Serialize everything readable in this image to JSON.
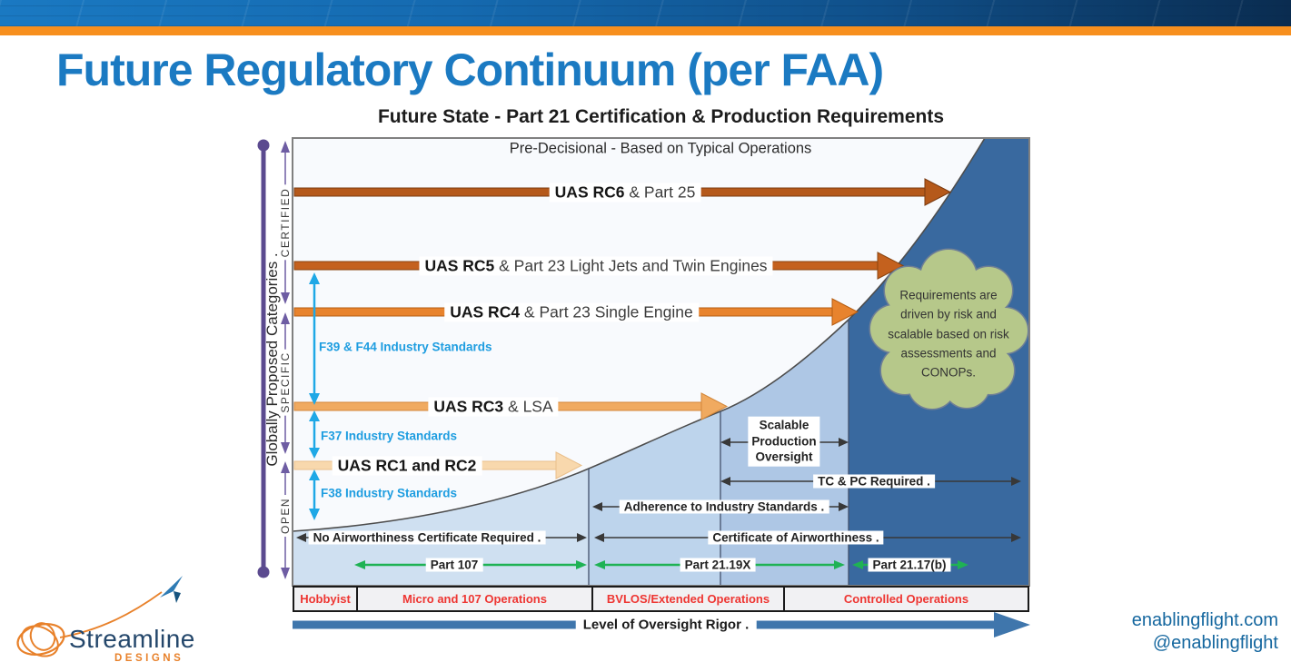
{
  "header": {
    "title": "Future Regulatory Continuum (per FAA)"
  },
  "diagram": {
    "title": "Future State - Part 21 Certification & Production Requirements",
    "subtitle": "Pre-Decisional - Based on Typical Operations",
    "y_axis": {
      "label": "Globally Proposed Categories .",
      "segments": [
        {
          "label": "CERTIFIED"
        },
        {
          "label": "SPECIFIC"
        },
        {
          "label": "OPEN"
        }
      ]
    },
    "rc_arrows": [
      {
        "bold": "UAS RC6",
        "rest": " & Part 25",
        "color": "#b5591b"
      },
      {
        "bold": "UAS RC5",
        "rest": " & Part 23 Light Jets and Twin Engines",
        "color": "#c4611e"
      },
      {
        "bold": "UAS RC4",
        "rest": " & Part 23 Single Engine",
        "color": "#e8832d"
      },
      {
        "bold": "UAS RC3",
        "rest": " & LSA",
        "color": "#f0aa60"
      },
      {
        "bold": "UAS RC1 and RC2",
        "rest": "",
        "color": "#f8d8ad"
      }
    ],
    "industry_standards": [
      {
        "label": "F39 & F44 Industry Standards"
      },
      {
        "label": "F37 Industry Standards"
      },
      {
        "label": "F38 Industry Standards"
      }
    ],
    "cloud_note": "Requirements are driven by risk and scalable based on risk assessments and CONOPs.",
    "annotations": {
      "scalable_line1": "Scalable",
      "scalable_line2": "Production",
      "scalable_line3": "Oversight",
      "tc_pc": "TC & PC Required .",
      "adherence": "Adherence to Industry Standards .",
      "no_airworthiness": "No Airworthiness Certificate Required .",
      "certificate": "Certificate of Airworthiness ."
    },
    "part_ranges": [
      {
        "label": "Part 107"
      },
      {
        "label": "Part 21.19X"
      },
      {
        "label": "Part 21.17(b)"
      }
    ],
    "operation_categories": [
      {
        "label": "Hobbyist"
      },
      {
        "label": "Micro and 107 Operations"
      },
      {
        "label": "BVLOS/Extended Operations"
      },
      {
        "label": "Controlled Operations"
      }
    ],
    "x_axis_label": "Level of Oversight Rigor ."
  },
  "footer": {
    "logo_name": "Streamline",
    "logo_sub": "DESIGNS",
    "website": "enablingflight.com",
    "social": "@enablingflight"
  },
  "colors": {
    "title_blue": "#1b7ac2",
    "topbar_blue_left": "#1a79c2",
    "topbar_blue_right": "#0a2c50",
    "orange_bar": "#f78f1e",
    "band_light": "#cfe0f1",
    "band_mid": "#bdd4ec",
    "band_dark": "#aec7e5",
    "band_navy": "#39699f",
    "cyan_arrows": "#1fa8e6",
    "green_arrows": "#1fb254",
    "purple_axis": "#5b4a8f",
    "cloud_green": "#b6c88a",
    "category_red": "#ee3632",
    "oversight_blue": "#3f76ac",
    "footer_blue": "#15679f",
    "logo_orange": "#e8812a",
    "logo_navy": "#24476b"
  }
}
